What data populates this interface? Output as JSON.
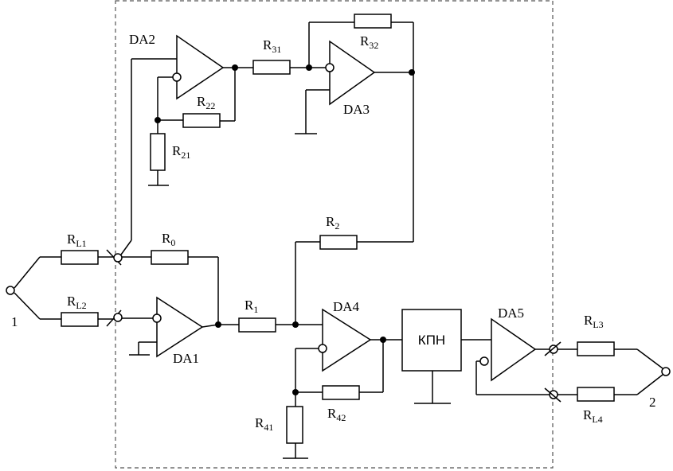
{
  "labels": {
    "da1": "DA1",
    "da2": "DA2",
    "da3": "DA3",
    "da4": "DA4",
    "da5": "DA5",
    "kpn": "КПН",
    "terminal_in": "1",
    "terminal_out": "2"
  },
  "resistors": {
    "rl1": {
      "base": "R",
      "sub": "L1"
    },
    "rl2": {
      "base": "R",
      "sub": "L2"
    },
    "rl3": {
      "base": "R",
      "sub": "L3"
    },
    "rl4": {
      "base": "R",
      "sub": "L4"
    },
    "r0": {
      "base": "R",
      "sub": "0"
    },
    "r1": {
      "base": "R",
      "sub": "1"
    },
    "r2": {
      "base": "R",
      "sub": "2"
    },
    "r21": {
      "base": "R",
      "sub": "21"
    },
    "r22": {
      "base": "R",
      "sub": "22"
    },
    "r31": {
      "base": "R",
      "sub": "31"
    },
    "r32": {
      "base": "R",
      "sub": "32"
    },
    "r41": {
      "base": "R",
      "sub": "41"
    },
    "r42": {
      "base": "R",
      "sub": "42"
    }
  }
}
